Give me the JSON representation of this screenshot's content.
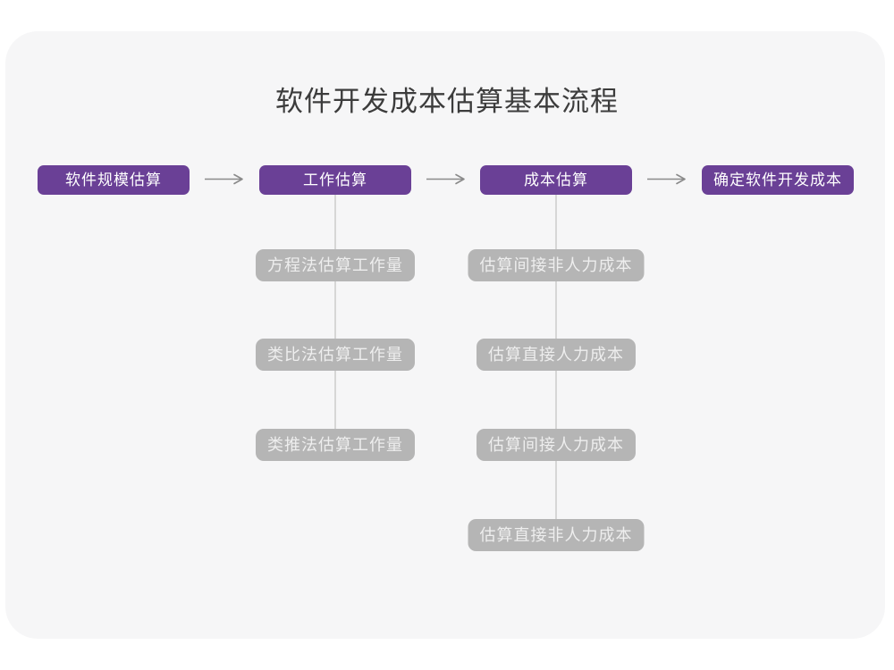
{
  "page": {
    "title": "软件开发成本估算基本流程"
  },
  "colors": {
    "page_background": "#ffffff",
    "card_background": "#f6f6f7",
    "stage_box": "#6a4096",
    "stage_text": "#ffffff",
    "method_box": "#b5b5b5",
    "method_text": "#eeeeee",
    "title_text": "#3c3c3c",
    "connector_line": "#d6d6d6",
    "arrow": "#8a8a8a"
  },
  "flow": {
    "stages": [
      {
        "label": "软件规模估算"
      },
      {
        "label": "工作估算",
        "methods": [
          "方程法估算工作量",
          "类比法估算工作量",
          "类推法估算工作量"
        ]
      },
      {
        "label": "成本估算",
        "methods": [
          "估算间接非人力成本",
          "估算直接人力成本",
          "估算间接人力成本",
          "估算直接非人力成本"
        ]
      },
      {
        "label": "确定软件开发成本"
      }
    ]
  }
}
